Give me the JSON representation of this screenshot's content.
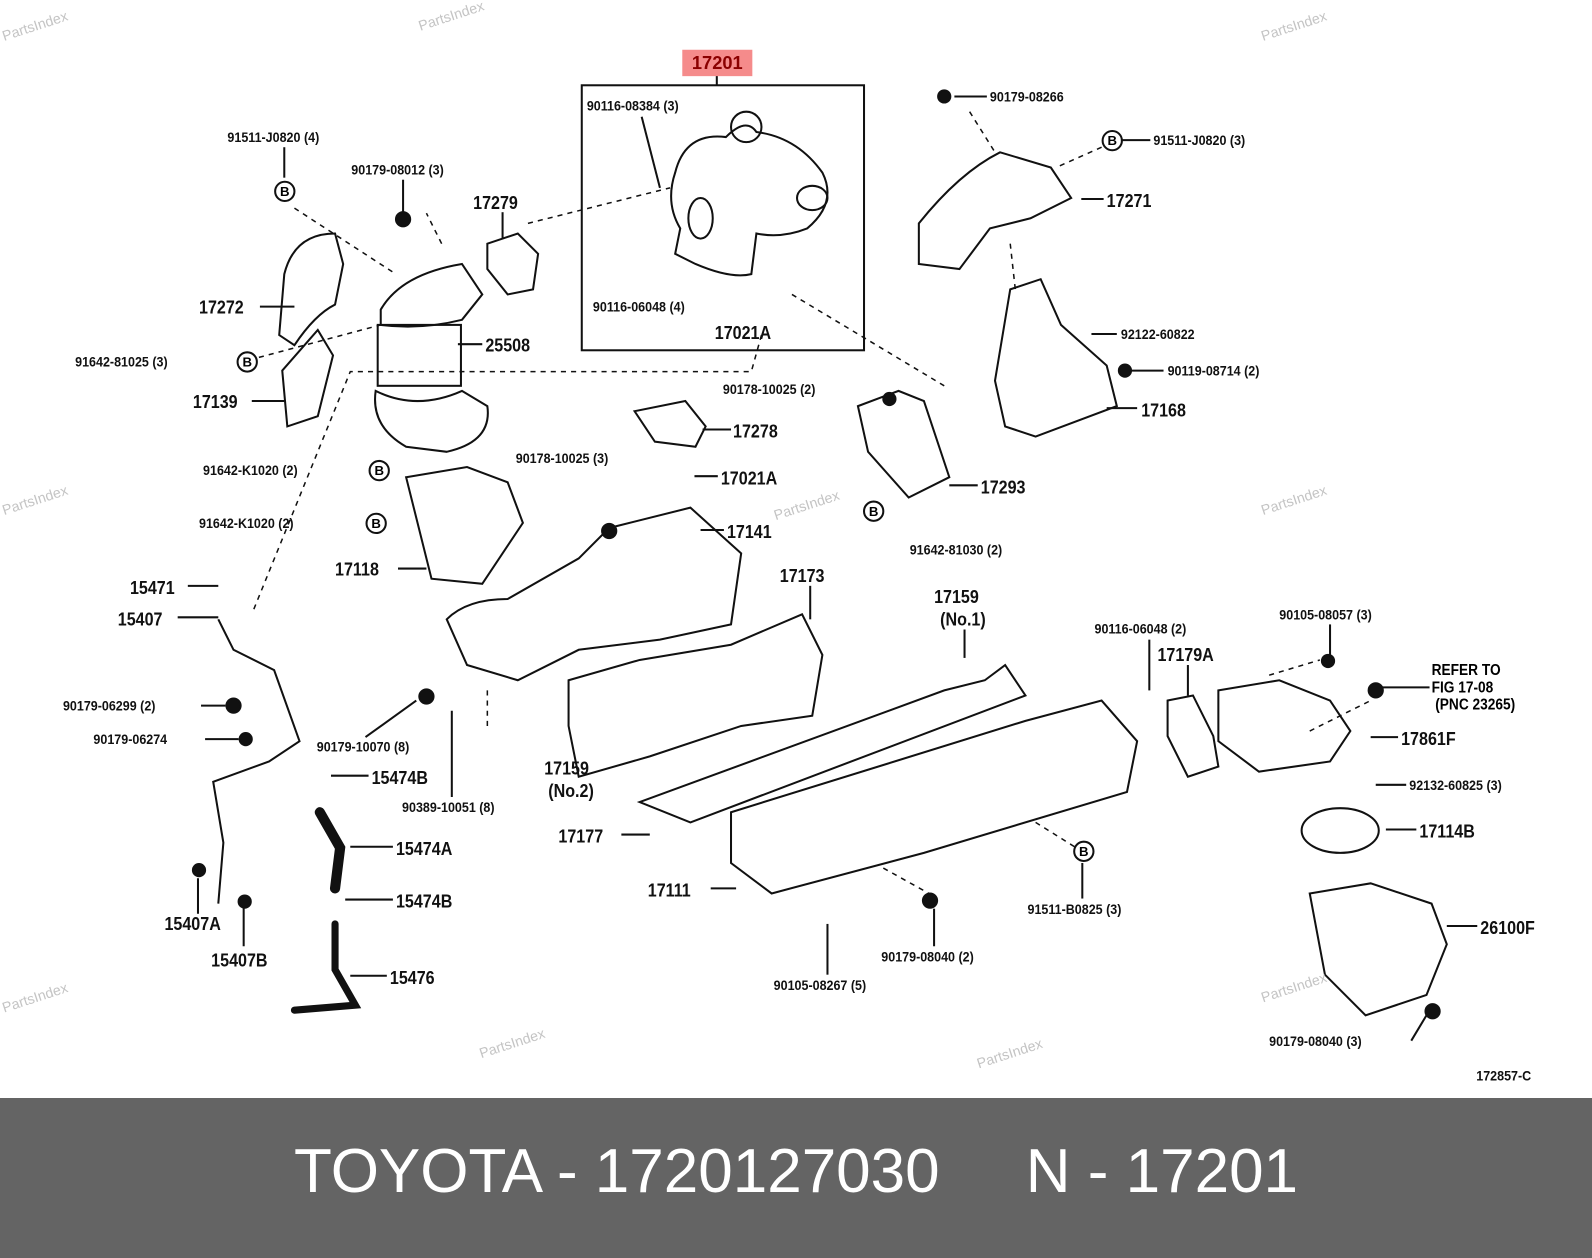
{
  "highlighted_part": "17201",
  "labels": [
    "90116-08384 (3)",
    "90116-06048 (4)",
    "17021A",
    "91511-J0820 (4)",
    "90179-08012 (3)",
    "17279",
    "17272",
    "25508",
    "91642-81025 (3)",
    "17139",
    "90178-10025 (2)",
    "17278",
    "90178-10025 (3)",
    "17021A",
    "91642-K1020 (2)",
    "91642-K1020 (2)",
    "17141",
    "17118",
    "15471",
    "15407",
    "17173",
    "90179-06299 (2)",
    "90179-06274",
    "90179-10070 (8)",
    "15474B",
    "90389-10051 (8)",
    "17159",
    "(No.2)",
    "15474A",
    "17177",
    "15474B",
    "17111",
    "15407A",
    "15407B",
    "15476",
    "90105-08267 (5)",
    "90179-08040 (2)",
    "91511-B0825 (3)",
    "90179-08266",
    "91511-J0820 (3)",
    "17271",
    "92122-60822",
    "90119-08714 (2)",
    "17168",
    "17293",
    "91642-81030 (2)",
    "17159",
    "(No.1)",
    "90116-06048 (2)",
    "17179A",
    "90105-08057 (3)",
    "17861F",
    "92132-60825 (3)",
    "17114B",
    "26100F",
    "90179-08040 (3)",
    "172857-C"
  ],
  "refer_note": [
    "REFER TO",
    "FIG 17-08",
    "(PNC 23265)"
  ],
  "b_marker": "B",
  "watermark": "PartsIndex",
  "footer": {
    "brand": "TOYOTA",
    "part_number": "1720127030",
    "pnc": "N - 17201",
    "text": "TOYOTA - 1720127030     N - 17201"
  },
  "colors": {
    "highlight_bg": "#f58b8b",
    "highlight_text": "#8b0000",
    "footer_bg": "#646464"
  }
}
